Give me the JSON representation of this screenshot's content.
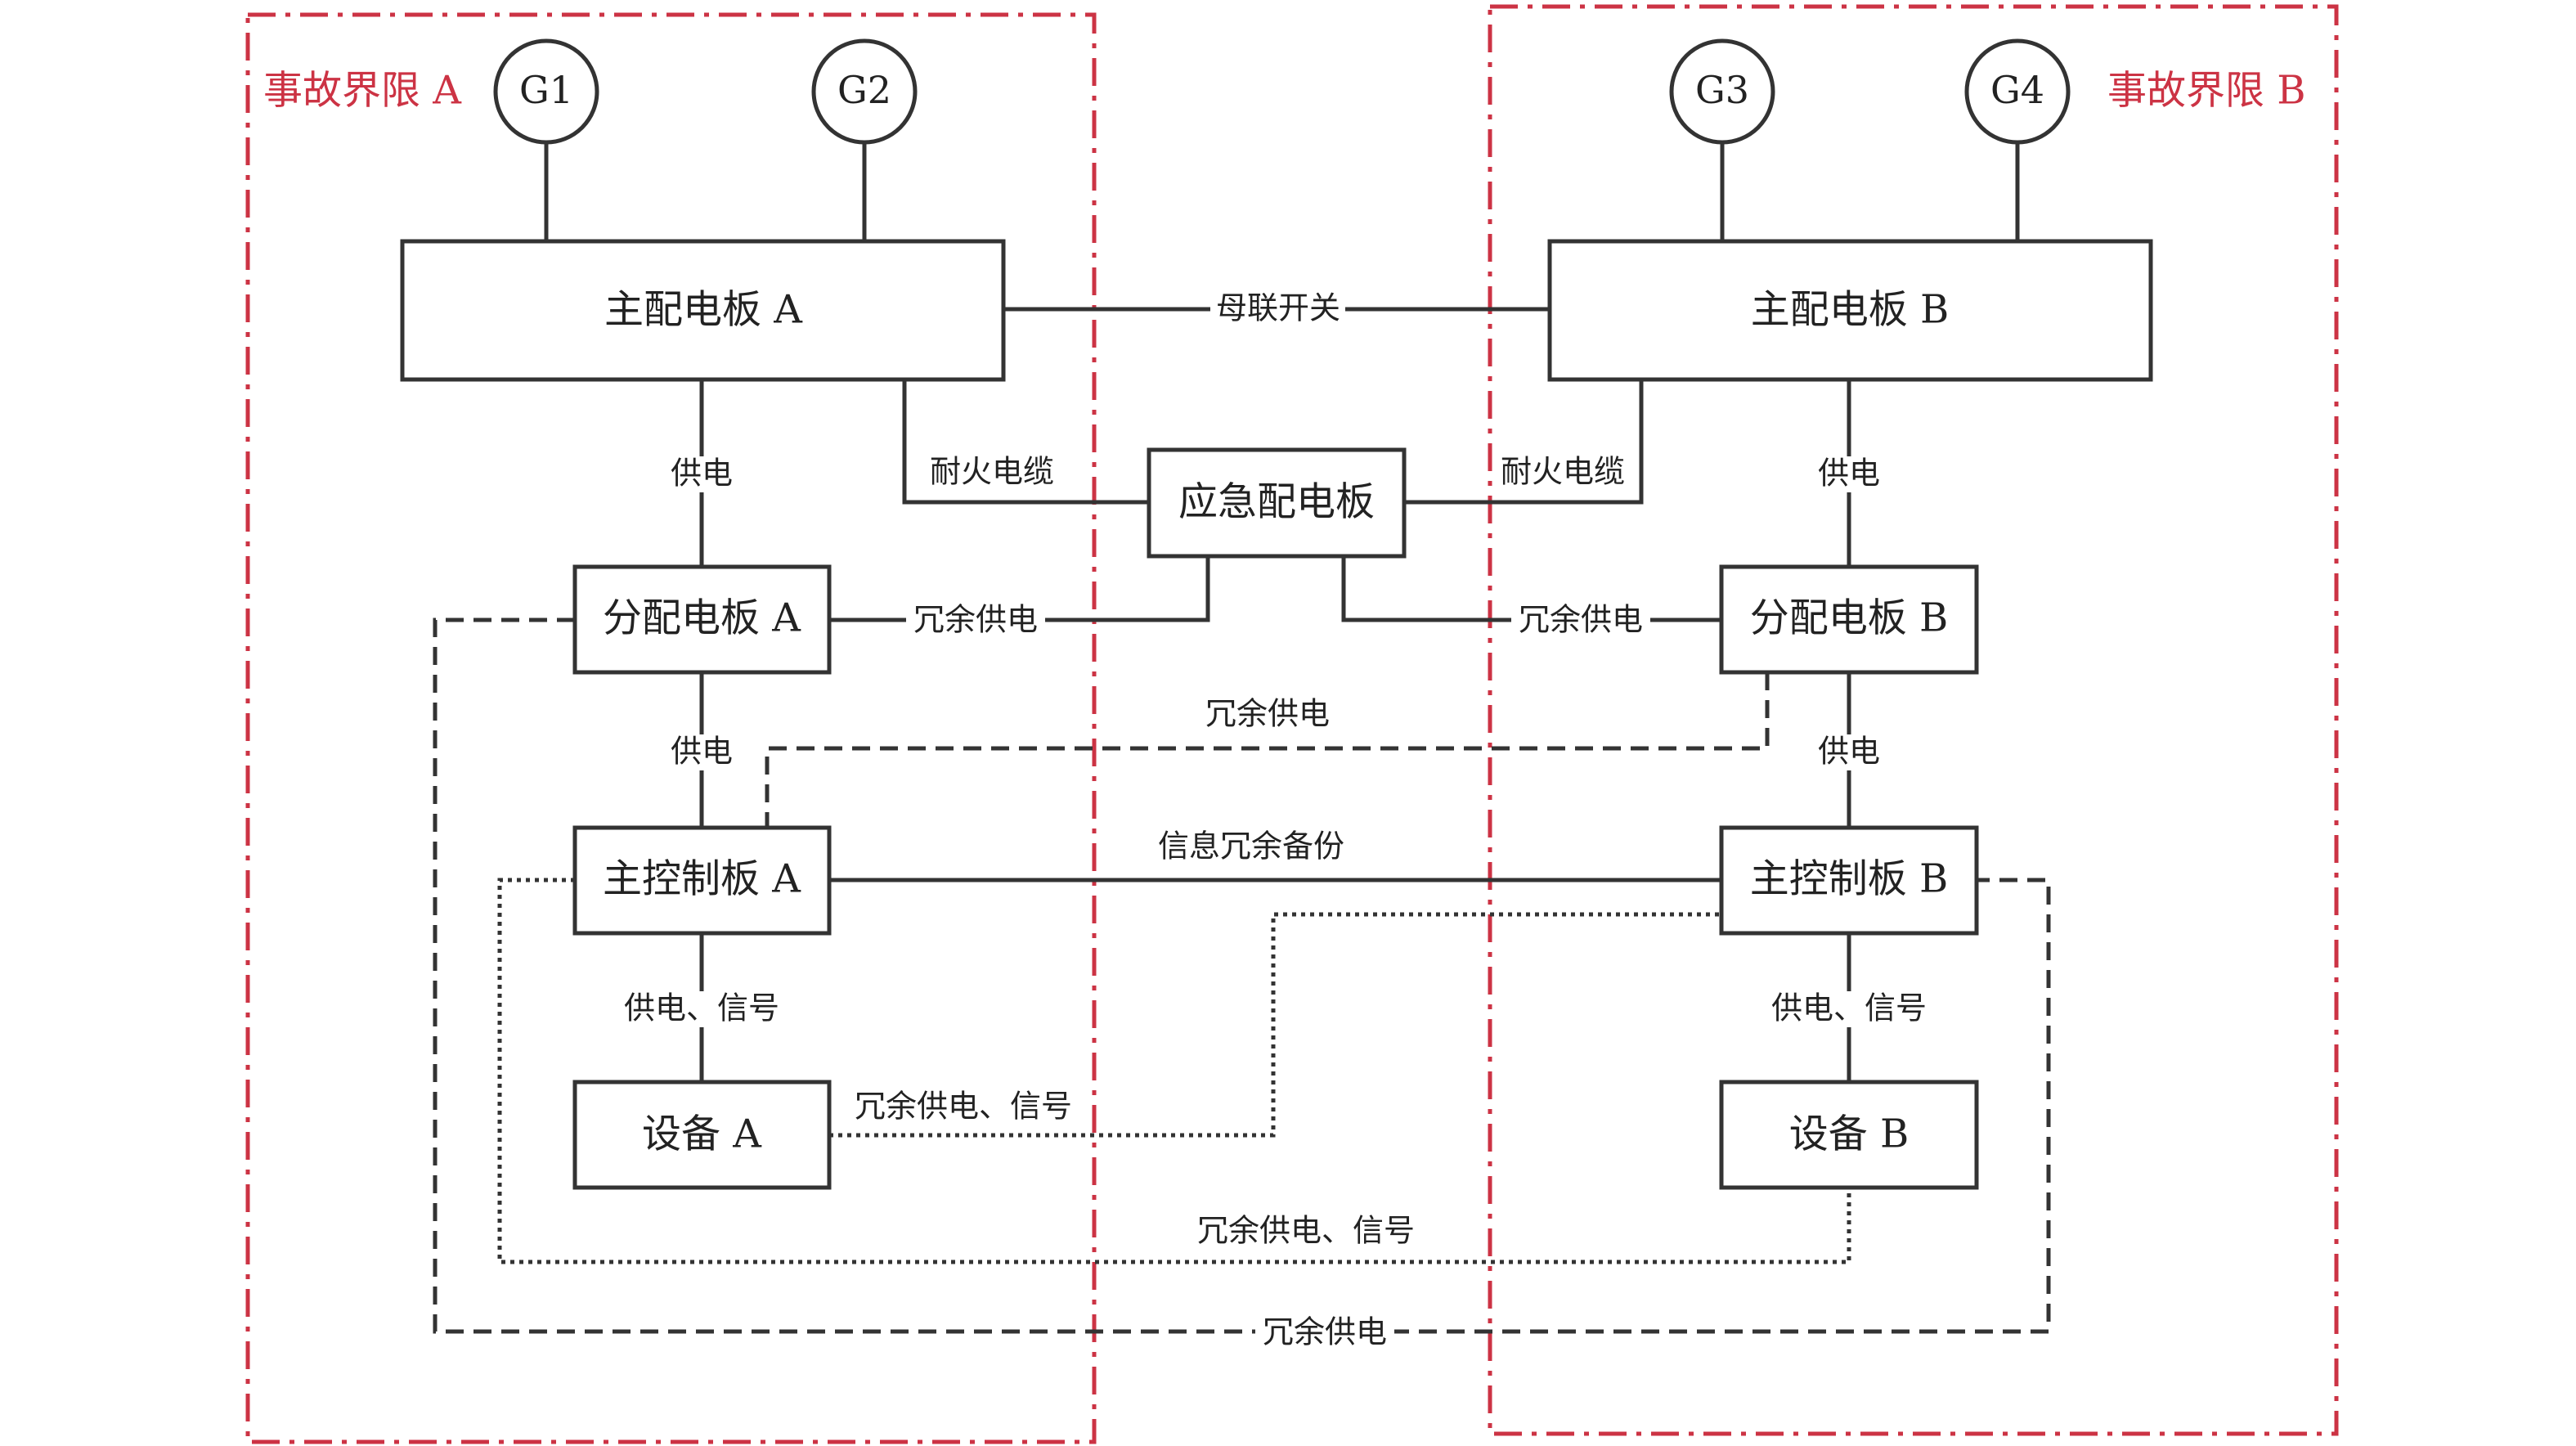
{
  "boundaries": {
    "a": {
      "label": "事故界限 A",
      "color": "#cc3344"
    },
    "b": {
      "label": "事故界限 B",
      "color": "#cc3344"
    }
  },
  "generators": {
    "g1": "G1",
    "g2": "G2",
    "g3": "G3",
    "g4": "G4"
  },
  "boxes": {
    "main_a": "主配电板 A",
    "main_b": "主配电板 B",
    "emergency": "应急配电板",
    "dist_a": "分配电板 A",
    "dist_b": "分配电板 B",
    "ctrl_a": "主控制板 A",
    "ctrl_b": "主控制板 B",
    "dev_a": "设备 A",
    "dev_b": "设备 B"
  },
  "edges": {
    "bus_tie": "母联开关",
    "fire_cable_a": "耐火电缆",
    "fire_cable_b": "耐火电缆",
    "supply_main_dist_a": "供电",
    "supply_main_dist_b": "供电",
    "redundant_emg_a": "冗余供电",
    "redundant_emg_b": "冗余供电",
    "supply_dist_ctrl_a": "供电",
    "supply_dist_ctrl_b": "供电",
    "redundant_distb_ctrla": "冗余供电",
    "info_backup": "信息冗余备份",
    "supply_signal_a": "供电、信号",
    "supply_signal_b": "供电、信号",
    "redundant_signal_deva": "冗余供电、信号",
    "redundant_signal_devb": "冗余供电、信号",
    "redundant_bottom": "冗余供电"
  }
}
